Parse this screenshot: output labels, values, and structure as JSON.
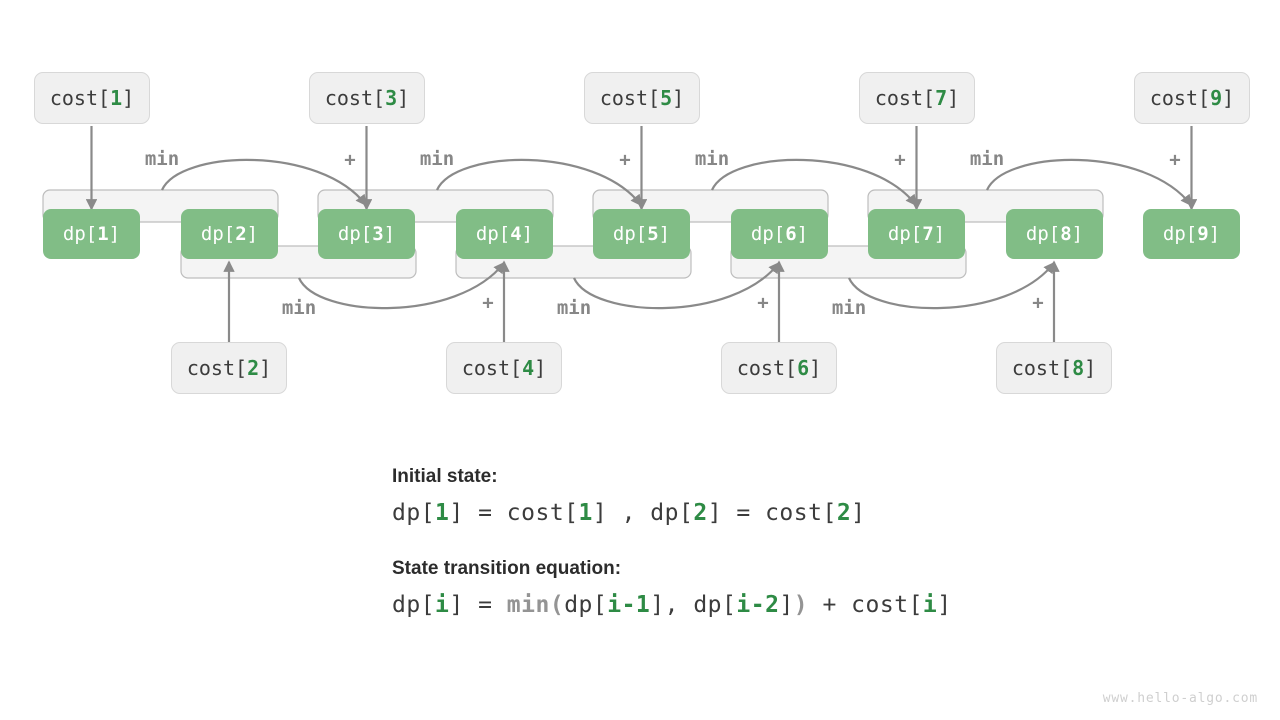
{
  "diagram": {
    "title": "Min Cost Climbing Stairs DP diagram",
    "colors": {
      "dp_fill": "#81bd86",
      "dp_text": "#ffffff",
      "cost_fill": "#f0f0f0",
      "cost_border": "#d8d8d8",
      "cost_text": "#3c3c3c",
      "accent_green": "#2e8b45",
      "wire": "#8a8a8a",
      "bracket_fill": "#f4f4f4",
      "bracket_border": "#bdbdbd",
      "label_gray": "#878787",
      "watermark": "#cfcfcf"
    },
    "dp_nodes": [
      {
        "name": "dp",
        "index": "1",
        "label": "dp[1]"
      },
      {
        "name": "dp",
        "index": "2",
        "label": "dp[2]"
      },
      {
        "name": "dp",
        "index": "3",
        "label": "dp[3]"
      },
      {
        "name": "dp",
        "index": "4",
        "label": "dp[4]"
      },
      {
        "name": "dp",
        "index": "5",
        "label": "dp[5]"
      },
      {
        "name": "dp",
        "index": "6",
        "label": "dp[6]"
      },
      {
        "name": "dp",
        "index": "7",
        "label": "dp[7]"
      },
      {
        "name": "dp",
        "index": "8",
        "label": "dp[8]"
      },
      {
        "name": "dp",
        "index": "9",
        "label": "dp[9]"
      }
    ],
    "cost_nodes_top": [
      {
        "name": "cost",
        "index": "1",
        "label": "cost[1]"
      },
      {
        "name": "cost",
        "index": "3",
        "label": "cost[3]"
      },
      {
        "name": "cost",
        "index": "5",
        "label": "cost[5]"
      },
      {
        "name": "cost",
        "index": "7",
        "label": "cost[7]"
      },
      {
        "name": "cost",
        "index": "9",
        "label": "cost[9]"
      }
    ],
    "cost_nodes_bottom": [
      {
        "name": "cost",
        "index": "2",
        "label": "cost[2]"
      },
      {
        "name": "cost",
        "index": "4",
        "label": "cost[4]"
      },
      {
        "name": "cost",
        "index": "6",
        "label": "cost[6]"
      },
      {
        "name": "cost",
        "index": "8",
        "label": "cost[8]"
      }
    ],
    "edge_labels_top": [
      {
        "text": "min"
      },
      {
        "text": "+"
      },
      {
        "text": "min"
      },
      {
        "text": "+"
      },
      {
        "text": "min"
      },
      {
        "text": "+"
      },
      {
        "text": "min"
      },
      {
        "text": "+"
      }
    ],
    "edge_labels_bottom": [
      {
        "text": "min"
      },
      {
        "text": "+"
      },
      {
        "text": "min"
      },
      {
        "text": "+"
      },
      {
        "text": "min"
      },
      {
        "text": "+"
      }
    ]
  },
  "caption": {
    "initial_state_heading": "Initial state:",
    "initial_state_formula": {
      "p1": "dp[",
      "i1": "1",
      "p2": "] = cost[",
      "i2": "1",
      "p3": "] , dp[",
      "i3": "2",
      "p4": "] = cost[",
      "i4": "2",
      "p5": "]"
    },
    "transition_heading": "State transition equation:",
    "transition_formula": {
      "p1": "dp[",
      "i1": "i",
      "p2": "] = ",
      "fn": "min(",
      "p3": "dp[",
      "i2": "i-1",
      "p4": "], dp[",
      "i3": "i-2",
      "p5": "]",
      "fn_close": ")",
      "p6": " + cost[",
      "i4": "i",
      "p7": "]"
    }
  },
  "watermark": {
    "text": "www.hello-algo.com"
  },
  "chart_data": {
    "type": "diagram",
    "title": "Dynamic programming state transition for min cost climbing stairs",
    "nodes": [
      "dp[1]",
      "dp[2]",
      "dp[3]",
      "dp[4]",
      "dp[5]",
      "dp[6]",
      "dp[7]",
      "dp[8]",
      "dp[9]"
    ],
    "inputs": [
      "cost[1]",
      "cost[2]",
      "cost[3]",
      "cost[4]",
      "cost[5]",
      "cost[6]",
      "cost[7]",
      "cost[8]",
      "cost[9]"
    ],
    "relations": [
      {
        "from": [
          "dp[1]",
          "dp[2]"
        ],
        "op": "min",
        "plus": "cost[3]",
        "to": "dp[3]"
      },
      {
        "from": [
          "dp[2]",
          "dp[3]"
        ],
        "op": "min",
        "plus": "cost[4]",
        "to": "dp[4]"
      },
      {
        "from": [
          "dp[3]",
          "dp[4]"
        ],
        "op": "min",
        "plus": "cost[5]",
        "to": "dp[5]"
      },
      {
        "from": [
          "dp[4]",
          "dp[5]"
        ],
        "op": "min",
        "plus": "cost[6]",
        "to": "dp[6]"
      },
      {
        "from": [
          "dp[5]",
          "dp[6]"
        ],
        "op": "min",
        "plus": "cost[7]",
        "to": "dp[7]"
      },
      {
        "from": [
          "dp[6]",
          "dp[7]"
        ],
        "op": "min",
        "plus": "cost[8]",
        "to": "dp[8]"
      },
      {
        "from": [
          "dp[7]",
          "dp[8]"
        ],
        "op": "min",
        "plus": "cost[9]",
        "to": "dp[9]"
      }
    ]
  }
}
